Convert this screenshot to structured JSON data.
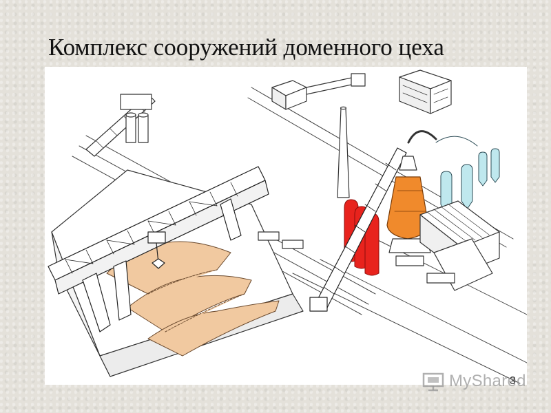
{
  "slide": {
    "title": "Комплекс сооружений доменного цеха",
    "page_number": "3"
  },
  "watermark": {
    "text": "MyShared",
    "icon": "presentation-board-icon"
  },
  "colors": {
    "background": "#e4e1da",
    "line": "#333333",
    "stockpile": "#f1c9a0",
    "stoves": "#e8231d",
    "blast_furnace": "#f08a2c",
    "gas_cleaning": "#bfe8ee"
  }
}
